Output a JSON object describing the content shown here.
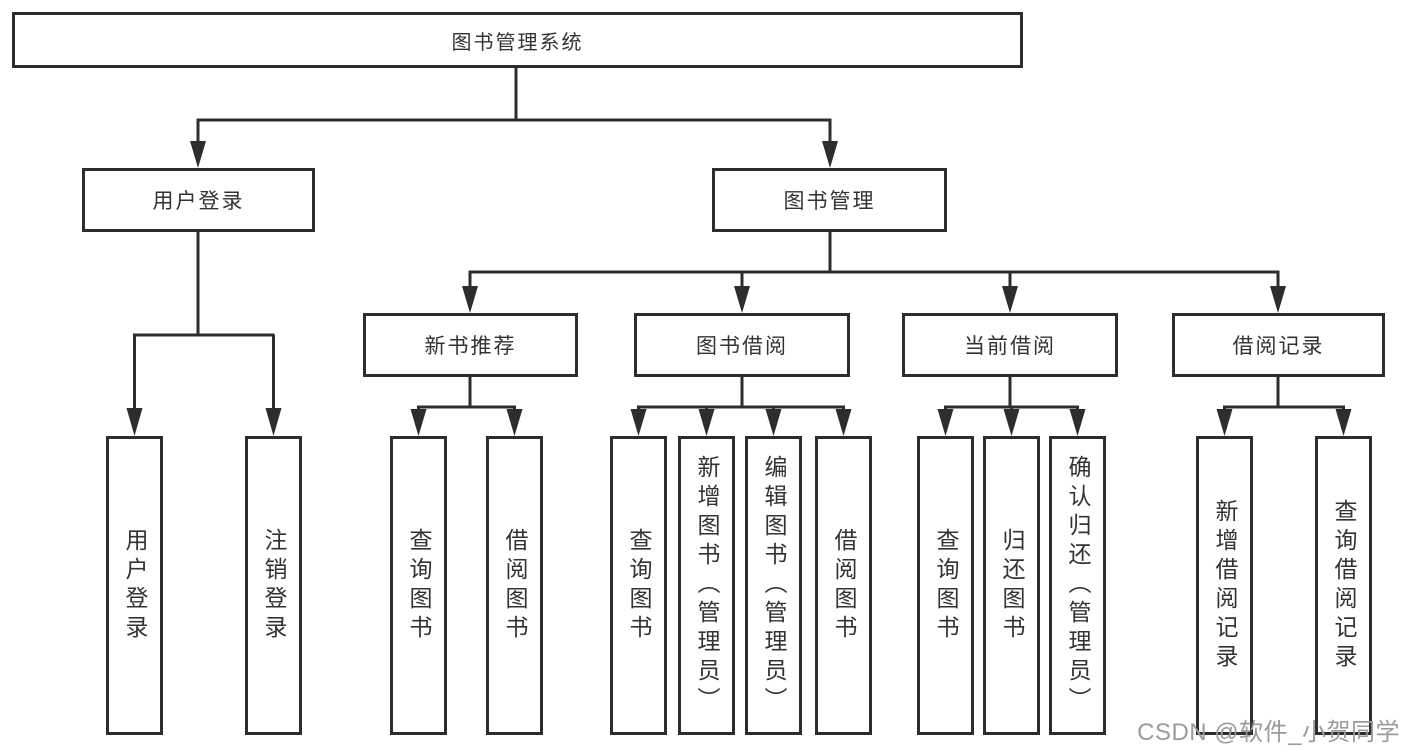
{
  "diagram": {
    "root": {
      "label": "图书管理系统"
    },
    "branches": [
      {
        "label": "用户登录",
        "children": [
          "用户登录",
          "注销登录"
        ]
      },
      {
        "label": "图书管理"
      }
    ],
    "modules": [
      {
        "label": "新书推荐",
        "children": [
          "查询图书",
          "借阅图书"
        ]
      },
      {
        "label": "图书借阅",
        "children": [
          "查询图书",
          "新增图书（管理员）",
          "编辑图书（管理员）",
          "借阅图书"
        ]
      },
      {
        "label": "当前借阅",
        "children": [
          "查询图书",
          "归还图书",
          "确认归还（管理员）"
        ]
      },
      {
        "label": "借阅记录",
        "children": [
          "新增借阅记录",
          "查询借阅记录"
        ]
      }
    ]
  },
  "watermark": {
    "text": "CSDN @软件_小贺同学"
  },
  "colors": {
    "line": "#2d2d2d",
    "text": "#333333",
    "watermark": "#9b9b9b",
    "bg": "#ffffff"
  }
}
